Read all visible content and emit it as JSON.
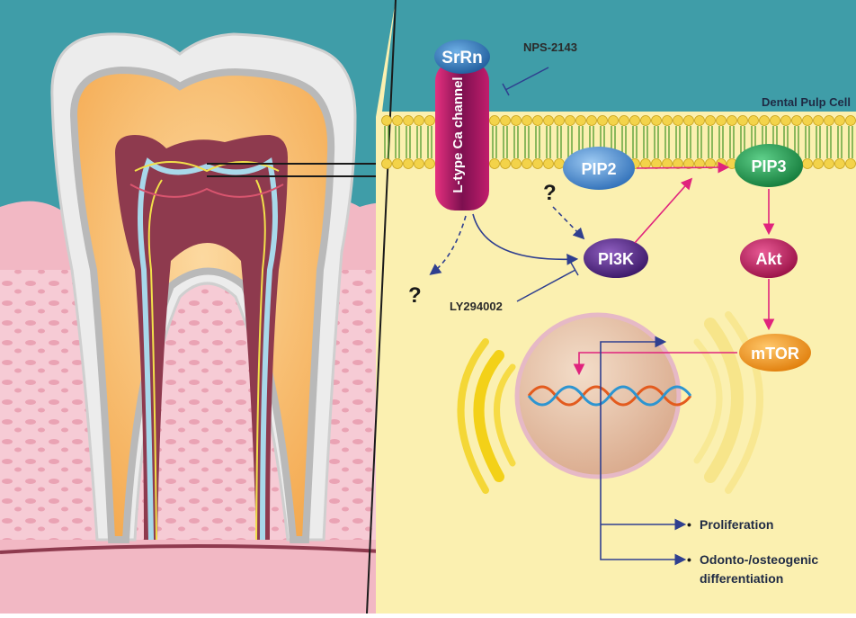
{
  "labels": {
    "srrn": "SrRn",
    "channel": "L-type Ca channel",
    "nps": "NPS-2143",
    "dental_pulp_cell": "Dental Pulp Cell",
    "pip2": "PIP2",
    "pip3": "PIP3",
    "pi3k": "PI3K",
    "akt": "Akt",
    "mtor": "mTOR",
    "ly": "LY294002",
    "q1": "?",
    "q2": "?",
    "outcome1": "Proliferation",
    "outcome2_line1": "Odonto-/osteogenic",
    "outcome2_line2": "differentiation",
    "bullet": "•"
  },
  "colors": {
    "teal_bg": "#3f9da8",
    "cytoplasm": "#fbf0b0",
    "gum": "#f2b8c4",
    "bone": "#f6cbd5",
    "enamel": "#ececec",
    "dentin": "#f7b869",
    "pulp": "#8e3a4e",
    "navy_arrow": "#2f3f8f",
    "pink_arrow": "#e0237d",
    "pip2": "#4f8fd4",
    "pip3": "#1c9a4c",
    "pi3k": "#5b2a86",
    "akt": "#c2185b",
    "mtor": "#f39a1c",
    "srrn": "#2a6fb0",
    "channel": "#8c1659"
  }
}
